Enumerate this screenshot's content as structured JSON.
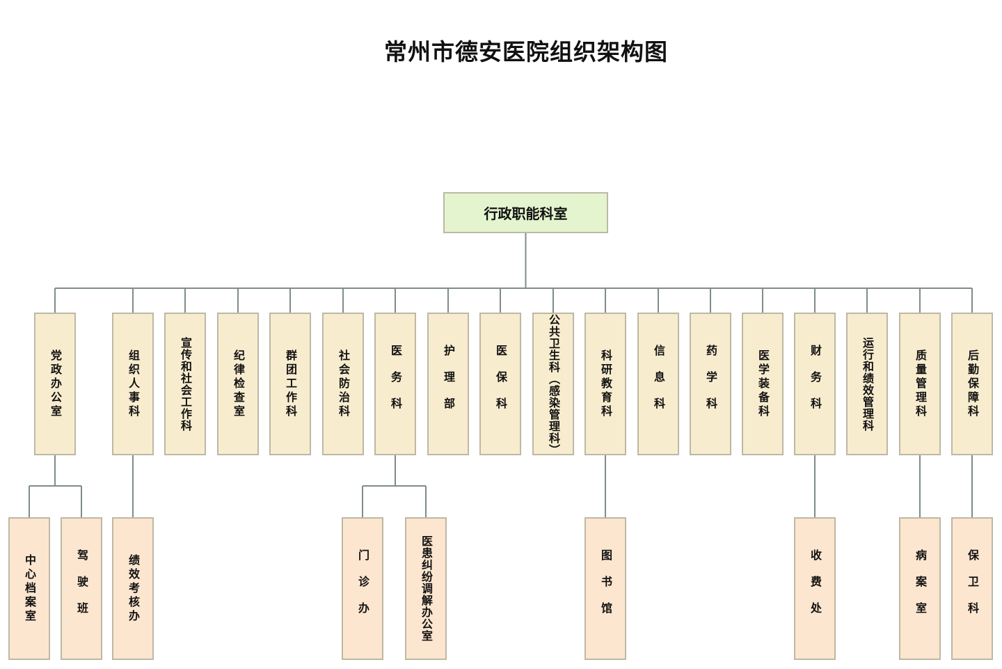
{
  "title": "常州市德安医院组织架构图",
  "root": {
    "label": "行政职能科室"
  },
  "departments": [
    {
      "label": "党政办公室",
      "spacing": "wide",
      "children": [
        "中心档案室",
        "驾驶班"
      ]
    },
    {
      "label": "组织人事科",
      "spacing": "wide",
      "children": [
        "绩效考核办"
      ]
    },
    {
      "label": "宣传和社会工作科",
      "spacing": "tight",
      "children": []
    },
    {
      "label": "纪律检查室",
      "spacing": "wide",
      "children": []
    },
    {
      "label": "群团工作科",
      "spacing": "wide",
      "children": []
    },
    {
      "label": "社会防治科",
      "spacing": "wide",
      "children": []
    },
    {
      "label": "医务科",
      "spacing": "spread",
      "children": [
        "门诊办",
        "医患纠纷调解办公室"
      ]
    },
    {
      "label": "护理部",
      "spacing": "spread",
      "children": []
    },
    {
      "label": "医保科",
      "spacing": "spread",
      "children": []
    },
    {
      "label": "公共卫生科（感染管理科）",
      "spacing": "tight",
      "children": []
    },
    {
      "label": "科研教育科",
      "spacing": "wide",
      "children": [
        "图书馆"
      ]
    },
    {
      "label": "信息科",
      "spacing": "spread",
      "children": []
    },
    {
      "label": "药学科",
      "spacing": "spread",
      "children": []
    },
    {
      "label": "医学装备科",
      "spacing": "wide",
      "children": []
    },
    {
      "label": "财务科",
      "spacing": "spread",
      "children": [
        "收费处"
      ]
    },
    {
      "label": "运行和绩效管理科",
      "spacing": "tight",
      "children": []
    },
    {
      "label": "质量管理科",
      "spacing": "wide",
      "children": [
        "病案室"
      ]
    },
    {
      "label": "后勤保障科",
      "spacing": "wide",
      "children": [
        "保卫科"
      ]
    }
  ],
  "colors": {
    "root_fill": "#e3f4cf",
    "level1_fill": "#f8eccf",
    "level2_fill": "#fde6cf",
    "border": "#bdb8a4",
    "connector": "#7f8c87"
  }
}
